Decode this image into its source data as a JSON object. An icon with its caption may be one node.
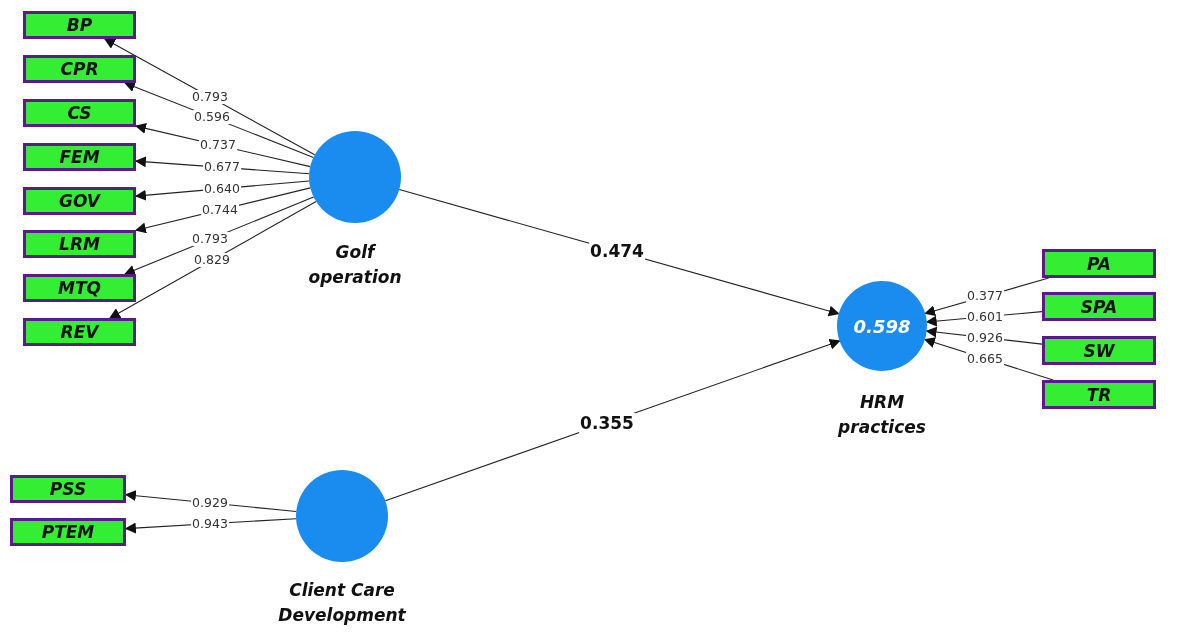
{
  "diagram": {
    "nodes": [
      {
        "text": [
          "BP"
        ]
      },
      {
        "text": [
          "CPR"
        ]
      },
      {
        "text": [
          "CS"
        ]
      },
      {
        "text": [
          "FEM"
        ]
      },
      {
        "text": [
          "GOV"
        ]
      },
      {
        "text": [
          "LRM"
        ]
      },
      {
        "text": [
          "MTQ"
        ]
      },
      {
        "text": [
          "REV"
        ]
      },
      {
        "text": [],
        "shape": "circle",
        "beside": [
          "Golf operation"
        ]
      },
      {
        "text": [
          "0.598"
        ],
        "beside": [
          "HRM practices"
        ]
      },
      {
        "text": [
          "PA"
        ]
      },
      {
        "text": [
          "SPA"
        ]
      },
      {
        "text": [
          "SW"
        ]
      },
      {
        "text": [
          "TR"
        ]
      },
      {
        "text": [
          "PSS"
        ]
      },
      {
        "text": [
          "PTEM"
        ]
      },
      {
        "text": [],
        "shape": "circle",
        "beside": [
          "Client Care Development"
        ]
      }
    ],
    "edges": [
      {
        "from": 8,
        "to": 0,
        "arrow": "to",
        "label": "0.793"
      },
      {
        "from": 8,
        "to": 1,
        "arrow": "to",
        "label": "0.596"
      },
      {
        "from": 8,
        "to": 2,
        "arrow": "to",
        "label": "0.737"
      },
      {
        "from": 8,
        "to": 3,
        "arrow": "to",
        "label": "0.677"
      },
      {
        "from": 8,
        "to": 4,
        "arrow": "to",
        "label": "0.640"
      },
      {
        "from": 8,
        "to": 5,
        "arrow": "to",
        "label": "0.744"
      },
      {
        "from": 8,
        "to": 6,
        "arrow": "to",
        "label": "0.793"
      },
      {
        "from": 8,
        "to": 7,
        "arrow": "to",
        "label": "0.829"
      },
      {
        "from": 8,
        "to": 9,
        "arrow": "to",
        "label": "0.474"
      },
      {
        "from": 16,
        "to": 9,
        "arrow": "to",
        "label": "0.355"
      },
      {
        "from": 10,
        "to": 9,
        "arrow": "to",
        "label": "0.377"
      },
      {
        "from": 11,
        "to": 9,
        "arrow": "to",
        "label": "0.601"
      },
      {
        "from": 12,
        "to": 9,
        "arrow": "to",
        "label": "0.926"
      },
      {
        "from": 13,
        "to": 9,
        "arrow": "to",
        "label": "0.665"
      },
      {
        "from": 16,
        "to": 14,
        "arrow": "to",
        "label": "0.929"
      },
      {
        "from": 16,
        "to": 15,
        "arrow": "to",
        "label": "0.943"
      }
    ]
  }
}
